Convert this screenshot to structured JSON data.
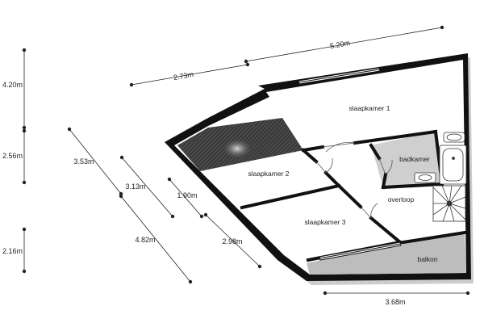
{
  "floorplan": {
    "rooms": [
      {
        "id": "slaapkamer-1",
        "label": "slaapkamer 1"
      },
      {
        "id": "slaapkamer-2",
        "label": "slaapkamer 2"
      },
      {
        "id": "slaapkamer-3",
        "label": "slaapkamer 3"
      },
      {
        "id": "badkamer",
        "label": "badkamer"
      },
      {
        "id": "overloop",
        "label": "overloop"
      },
      {
        "id": "balkon",
        "label": "balkon"
      }
    ],
    "dimensions": [
      {
        "id": "top-520",
        "label": "5.20m"
      },
      {
        "id": "top-273",
        "label": "2.73m"
      },
      {
        "id": "left-420",
        "label": "4.20m"
      },
      {
        "id": "left-256",
        "label": "2.56m"
      },
      {
        "id": "left-216",
        "label": "2.16m"
      },
      {
        "id": "diag-353",
        "label": "3.53m"
      },
      {
        "id": "diag-313",
        "label": "3.13m"
      },
      {
        "id": "diag-190",
        "label": "1.90m"
      },
      {
        "id": "diag-482",
        "label": "4.82m"
      },
      {
        "id": "diag-298",
        "label": "2.98m"
      },
      {
        "id": "bottom-368",
        "label": "3.68m"
      }
    ]
  }
}
